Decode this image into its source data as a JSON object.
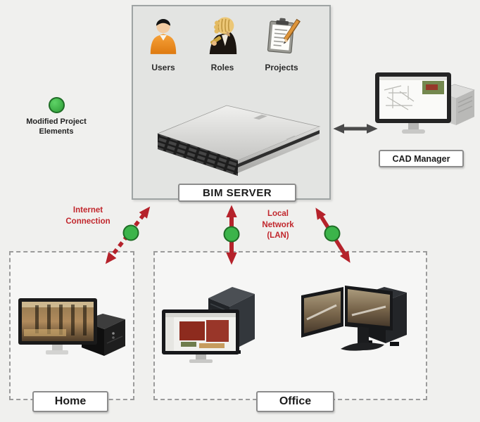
{
  "colors": {
    "background": "#f0f0ee",
    "panel_fill": "#e3e4e2",
    "panel_border": "#9fa4a4",
    "arrow_red": "#b5222b",
    "arrow_gray": "#4a4a4a",
    "dot_green": "#3cb44a",
    "note_red": "#c1272d"
  },
  "server_panel": {
    "title": "BIM SERVER",
    "icons": [
      {
        "name": "users-icon",
        "label": "Users"
      },
      {
        "name": "roles-icon",
        "label": "Roles"
      },
      {
        "name": "projects-icon",
        "label": "Projects"
      }
    ],
    "image": "rack-server"
  },
  "legend": {
    "icon": "green-dot-icon",
    "line1": "Modified Project",
    "line2": "Elements"
  },
  "cad_manager": {
    "label": "CAD Manager",
    "image": "cad-workstation",
    "link_icon": "gray-double-arrow"
  },
  "connections": [
    {
      "name": "internet",
      "style": "dashed-red-double-arrow",
      "dot": "green-dot-icon",
      "lines": [
        "Internet",
        "Connection"
      ]
    },
    {
      "name": "lan",
      "style": "solid-red-double-arrow",
      "dot": "green-dot-icon",
      "lines": [
        "Local",
        "Network",
        "(LAN)"
      ]
    }
  ],
  "locations": [
    {
      "name": "home",
      "label": "Home",
      "image": "home-computer"
    },
    {
      "name": "office",
      "label": "Office",
      "images": [
        "office-workstation-1",
        "office-workstation-2"
      ]
    }
  ]
}
